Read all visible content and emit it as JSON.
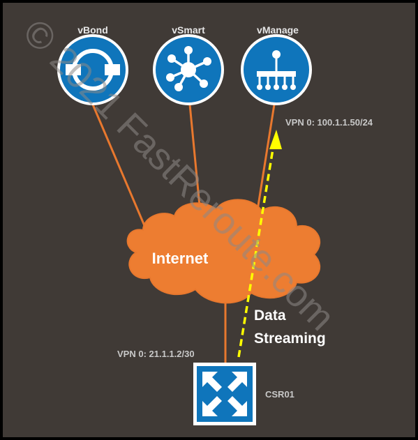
{
  "diagram": {
    "nodes": {
      "vbond": {
        "label": "vBond",
        "icon": "vbond-icon"
      },
      "vsmart": {
        "label": "vSmart",
        "icon": "vsmart-hub-icon"
      },
      "vmanage": {
        "label": "vManage",
        "icon": "vmanage-tree-icon"
      },
      "internet": {
        "label": "Internet"
      },
      "csr01": {
        "label": "CSR01",
        "icon": "router-arrows-icon"
      }
    },
    "addresses": {
      "vmanage_vpn0": "VPN 0: 100.1.1.50/24",
      "csr01_vpn0": "VPN 0: 21.1.1.2/30"
    },
    "annotation": {
      "line1": "Data",
      "line2": "Streaming"
    },
    "watermark": "© 2021 FastReroute.com",
    "colors": {
      "background": "#403a36",
      "frame": "#000000",
      "link": "#e8782e",
      "cloud": "#ed7d31",
      "node_blue": "#0f75bb",
      "node_ring": "#ffffff",
      "arrow": "#ffff00",
      "label_text": "#e6e6e6",
      "address_text": "#c8c8c8",
      "watermark_text": "#8c8886"
    }
  }
}
